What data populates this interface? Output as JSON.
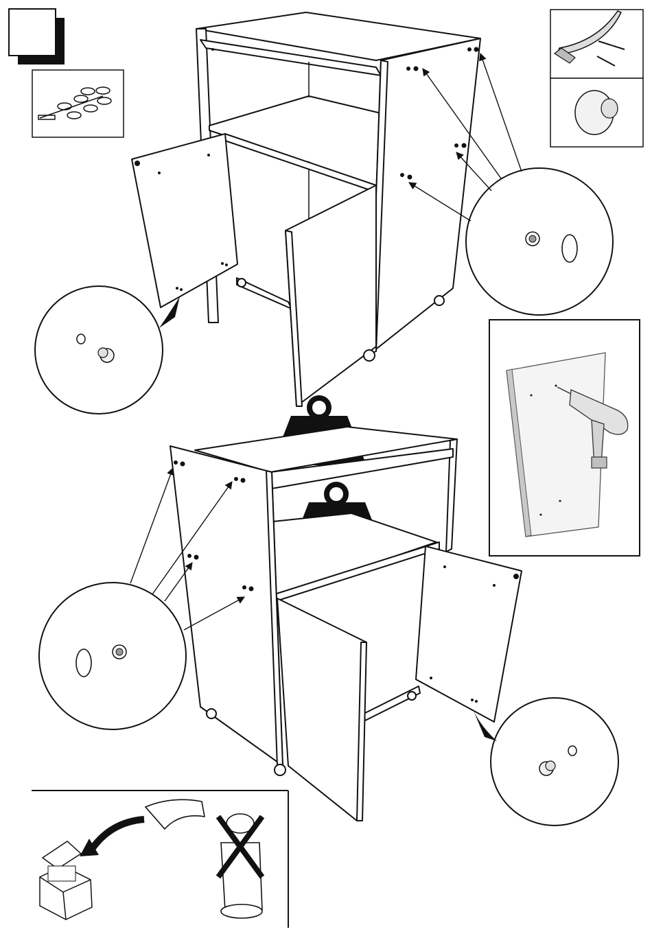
{
  "instruction_sheet": {
    "step_number": "",
    "hardware": {
      "top_right_upper": "curved-handle-with-screws",
      "top_right_lower": "round-knob",
      "top_left": "hinge-and-cam-fittings"
    },
    "warnings": {
      "weight_icon": "weight-icon",
      "disposal_icon": "no-trash-icon",
      "keep_instructions_icon": "file-box-icon"
    },
    "colors": {
      "line": "#111111",
      "background": "#ffffff",
      "pictogram": "#111111"
    }
  }
}
